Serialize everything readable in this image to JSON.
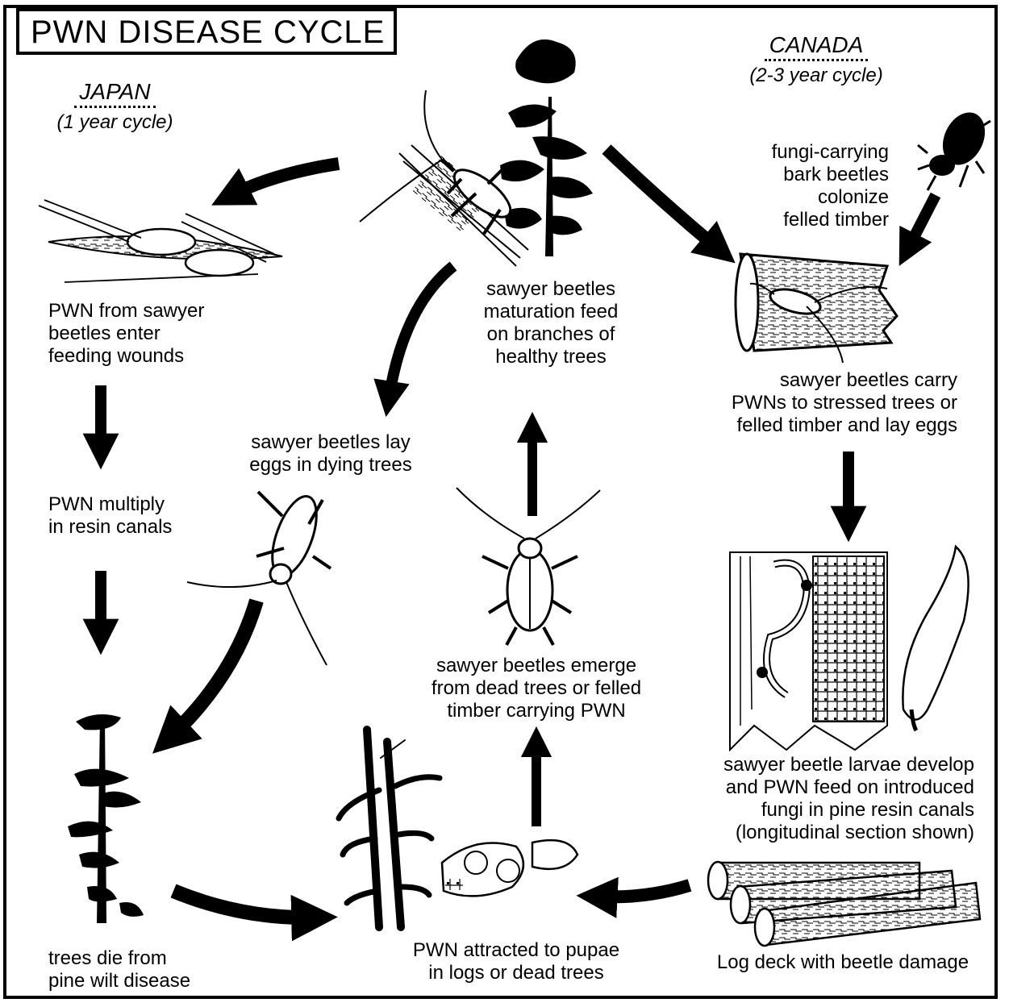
{
  "title": "PWN DISEASE CYCLE",
  "regions": {
    "japan": {
      "name": "JAPAN",
      "cycle": "(1 year cycle)"
    },
    "canada": {
      "name": "CANADA",
      "cycle": "(2-3 year cycle)"
    }
  },
  "labels": {
    "enter_wounds": [
      "PWN from sawyer",
      "beetles enter",
      "feeding wounds"
    ],
    "maturation_feed": [
      "sawyer beetles",
      "maturation feed",
      "on branches of",
      "healthy trees"
    ],
    "bark_beetles": [
      "fungi-carrying",
      "bark beetles",
      "colonize",
      "felled timber"
    ],
    "carry_pwn": [
      "sawyer beetles carry",
      "PWNs to stressed trees or",
      "felled timber and lay eggs"
    ],
    "lay_eggs": [
      "sawyer beetles lay",
      "eggs in dying trees"
    ],
    "multiply": [
      "PWN multiply",
      "in resin canals"
    ],
    "emerge": [
      "sawyer beetles emerge",
      "from dead trees or felled",
      "timber carrying PWN"
    ],
    "larvae": [
      "sawyer beetle larvae develop",
      "and PWN feed on introduced",
      "fungi in pine resin canals",
      "(longitudinal section shown)"
    ],
    "trees_die": [
      "trees die from",
      "pine wilt disease"
    ],
    "pupae": [
      "PWN attracted to pupae",
      "in logs or dead trees"
    ],
    "log_deck": [
      "Log deck with beetle damage"
    ]
  }
}
